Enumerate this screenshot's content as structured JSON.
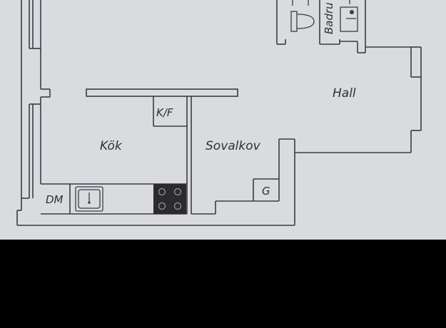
{
  "rooms": {
    "kok": "Kök",
    "sovalkov": "Sovalkov",
    "hall": "Hall",
    "badrum_partial": "Badru"
  },
  "fixtures": {
    "kf": "K/F",
    "dm": "DM",
    "g": "G"
  },
  "colors": {
    "paper": "#d9dbdf",
    "ink": "#3a3d44",
    "stove": "#2b2b2e",
    "bottom_band": "#000000"
  }
}
